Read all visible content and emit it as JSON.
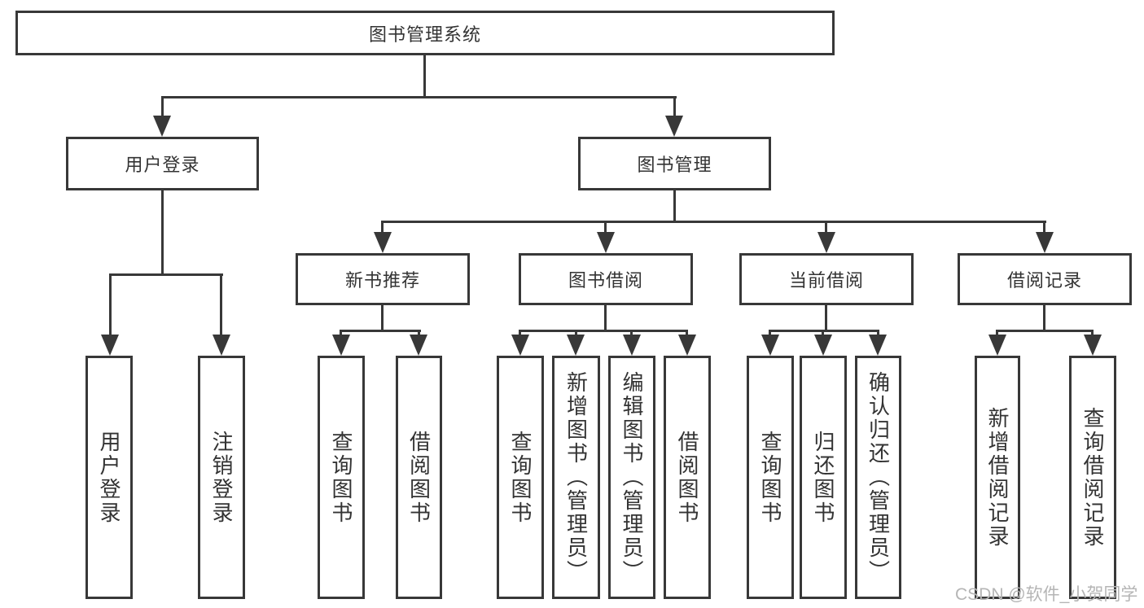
{
  "diagram": {
    "title": "图书管理系统",
    "root": {
      "label": "图书管理系统"
    },
    "branches": [
      {
        "label": "用户登录",
        "children": [
          {
            "label": "用户登录"
          },
          {
            "label": "注销登录"
          }
        ]
      },
      {
        "label": "图书管理",
        "children": [
          {
            "label": "新书推荐",
            "children": [
              {
                "label": "查询图书"
              },
              {
                "label": "借阅图书"
              }
            ]
          },
          {
            "label": "图书借阅",
            "children": [
              {
                "label": "查询图书"
              },
              {
                "label": "新增图书（管理员）"
              },
              {
                "label": "编辑图书（管理员）"
              },
              {
                "label": "借阅图书"
              }
            ]
          },
          {
            "label": "当前借阅",
            "children": [
              {
                "label": "查询图书"
              },
              {
                "label": "归还图书"
              },
              {
                "label": "确认归还（管理员）"
              }
            ]
          },
          {
            "label": "借阅记录",
            "children": [
              {
                "label": "新增借阅记录"
              },
              {
                "label": "查询借阅记录"
              }
            ]
          }
        ]
      }
    ]
  },
  "watermark": {
    "text": "CSDN @软件_小贺同学"
  },
  "colors": {
    "line": "#383838",
    "text": "#333333",
    "watermark": "#b5b5b5",
    "background": "#ffffff"
  }
}
